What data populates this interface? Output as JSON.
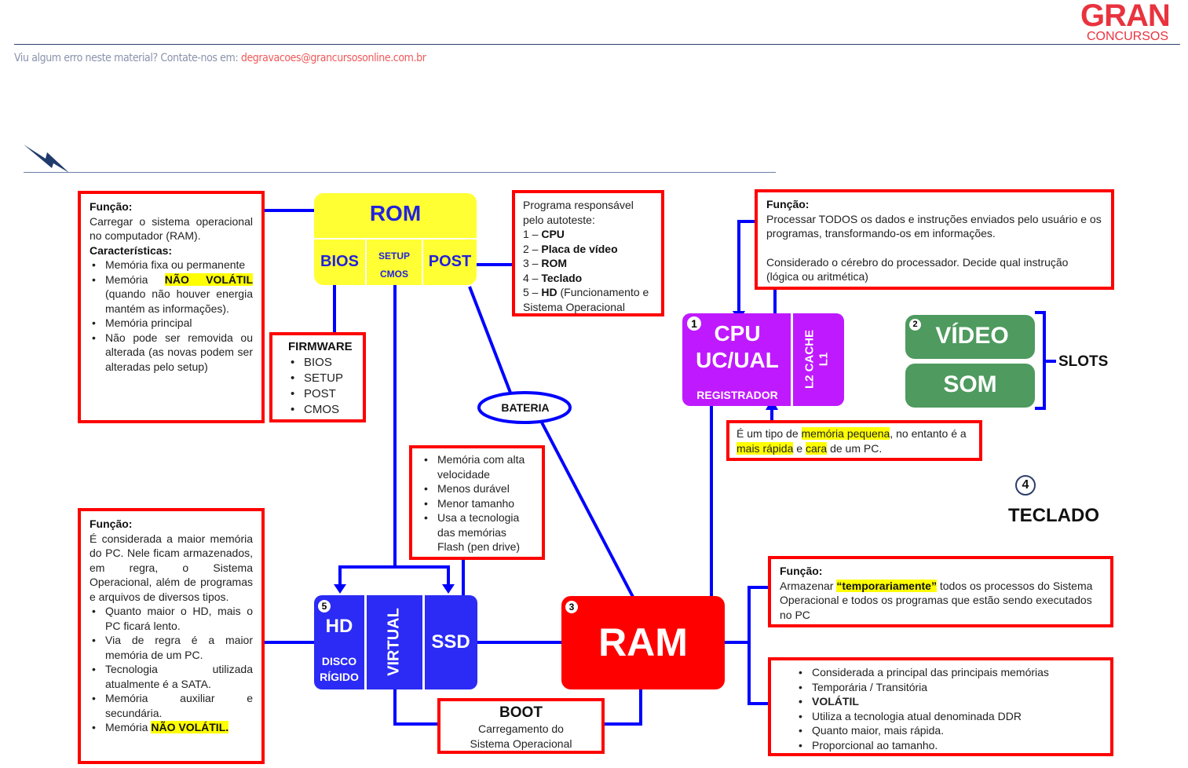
{
  "header": {
    "note_prefix": "Viu algum erro neste material? Contate-nos em: ",
    "note_email": "degravacoes@grancursosonline.com.br",
    "logo_top": "GRAN",
    "logo_bottom": "CONCURSOS"
  },
  "colors": {
    "box_border": "#ff0000",
    "wire": "#0000ff",
    "rom": "#ffff33",
    "cpu": "#bf1aff",
    "slots": "#4e9a5f",
    "storage": "#2b2bf5",
    "ram": "#ff0000",
    "highlight": "#ffff00"
  },
  "rom": {
    "title": "ROM",
    "bios": "BIOS",
    "setup": "SETUP",
    "cmos": "CMOS",
    "post": "POST",
    "function_box": {
      "title": "Função:",
      "text": "Carregar o sistema operacional no computador (RAM).",
      "char_title": "Características:",
      "items": [
        {
          "pre": "Memória fixa ou permanente",
          "hl": "",
          "post": ""
        },
        {
          "pre": "Memória ",
          "hl": "NÃO VOLÁTIL",
          "post": " (quando não houver energia mantém as informações)."
        },
        {
          "pre": "Memória principal",
          "hl": "",
          "post": ""
        },
        {
          "pre": "Não pode ser removida ou alterada (as novas podem ser alteradas pelo setup)",
          "hl": "",
          "post": ""
        }
      ]
    },
    "firmware_box": {
      "title": "FIRMWARE",
      "items": [
        "BIOS",
        "SETUP",
        "POST",
        "CMOS"
      ]
    },
    "post_box": {
      "intro": "Programa responsável pelo autoteste:",
      "items": [
        {
          "num": "1 – ",
          "bold": "CPU",
          "rest": ""
        },
        {
          "num": "2 – ",
          "bold": "Placa de vídeo",
          "rest": ""
        },
        {
          "num": "3 – ",
          "bold": "ROM",
          "rest": ""
        },
        {
          "num": "4 – ",
          "bold": "Teclado",
          "rest": ""
        },
        {
          "num": "5 – ",
          "bold": "HD",
          "rest": " (Funcionamento e Sistema Operacional"
        }
      ]
    },
    "battery": "BATERIA"
  },
  "cpu": {
    "number": "1",
    "title": "CPU",
    "sub": "UC/UAL",
    "reg": "REGISTRADOR",
    "cache": "L2 CACHE",
    "l1": "L1",
    "function_box": {
      "title": "Função:",
      "line1": "Processar TODOS os dados e instruções enviados pelo usuário e os programas, transformando-os em informações.",
      "line2": "Considerado o cérebro do processador. Decide qual instrução (lógica ou aritmética)"
    },
    "register_box": {
      "t1": "É um tipo de ",
      "h1": "memória pequena",
      "t2": ", no entanto é a ",
      "h2": "mais rápida",
      "t3": " e ",
      "h3": "cara",
      "t4": " de um PC."
    }
  },
  "slots": {
    "number": "2",
    "video": "VÍDEO",
    "som": "SOM",
    "label": "SLOTS"
  },
  "keyboard": {
    "number": "4",
    "label": "TECLADO"
  },
  "ram": {
    "number": "3",
    "title": "RAM",
    "function_box": {
      "title": "Função:",
      "t1": "Armazenar ",
      "hl": "“temporariamente”",
      "t2": " todos os processos do Sistema Operacional e todos os programas que estão sendo executados no PC"
    },
    "items": [
      {
        "text": "Considerada a principal das principais memórias",
        "bold": false
      },
      {
        "text": "Temporária / Transitória",
        "bold": false
      },
      {
        "text": "VOLÁTIL",
        "bold": true
      },
      {
        "text": "Utiliza a tecnologia atual denominada DDR",
        "bold": false
      },
      {
        "text": "Quanto maior, mais rápida.",
        "bold": false
      },
      {
        "text": "Proporcional ao tamanho.",
        "bold": false
      }
    ]
  },
  "storage": {
    "number": "5",
    "hd": "HD",
    "disco": "DISCO",
    "rigido": "RÍGIDO",
    "virtual": "VIRTUAL",
    "ssd": "SSD",
    "ssd_box": [
      "Memória com alta velocidade",
      "Menos durável",
      "Menor tamanho",
      "Usa a tecnologia das memórias Flash (pen drive)"
    ],
    "hd_box": {
      "title": "Função:",
      "text": "É considerada a maior memória do PC. Nele ficam armazenados, em regra, o Sistema Operacional, além de programas e arquivos de diversos tipos.",
      "items": [
        {
          "pre": "Quanto maior o HD, mais o PC ficará lento.",
          "hl": ""
        },
        {
          "pre": "Via de regra é a maior memória de um PC.",
          "hl": ""
        },
        {
          "pre": "Tecnologia utilizada atualmente é a SATA.",
          "hl": ""
        },
        {
          "pre": "Memória auxiliar e secundária.",
          "hl": ""
        },
        {
          "pre": "Memória ",
          "hl": "NÃO VOLÁTIL."
        }
      ]
    }
  },
  "boot": {
    "title": "BOOT",
    "line1": "Carregamento do",
    "line2": "Sistema Operacional"
  }
}
